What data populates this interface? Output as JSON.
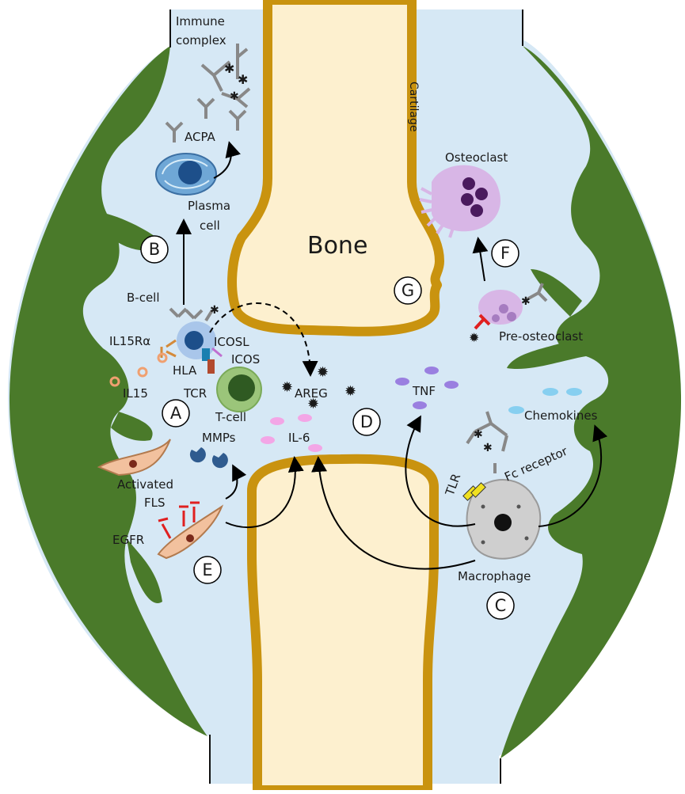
{
  "labels": {
    "immune_complex_1": "Immune",
    "immune_complex_2": "complex",
    "acpa": "ACPA",
    "plasma_cell_1": "Plasma",
    "plasma_cell_2": "cell",
    "b_cell": "B-cell",
    "il15ra": "IL15Rα",
    "icosl": "ICOSL",
    "icos": "ICOS",
    "hla": "HLA",
    "il15": "IL15",
    "tcr": "TCR",
    "t_cell": "T-cell",
    "mmps": "MMPs",
    "il6": "IL-6",
    "areg": "AREG",
    "tnf": "TNF",
    "chemokines": "Chemokines",
    "fc_receptor": "Fc receptor",
    "tlr": "TLR",
    "activated_fls_1": "Activated",
    "activated_fls_2": "FLS",
    "egfr": "EGFR",
    "macrophage": "Macrophage",
    "bone": "Bone",
    "cartilage": "Cartilage",
    "osteoclast": "Osteoclast",
    "pre_osteoclast": "Pre-osteoclast"
  },
  "markers": {
    "a": "A",
    "b": "B",
    "c": "C",
    "d": "D",
    "e": "E",
    "f": "F",
    "g": "G"
  },
  "colors": {
    "synovium": "#4a7a2a",
    "joint_space": "#d6e8f5",
    "bone": "#fdf0cf",
    "cartilage": "#c9930f",
    "plasma_cell": "#6fa7d6",
    "b_cell": "#a9c6ea",
    "t_cell": "#9bc57a",
    "fls": "#f2c19e",
    "osteoclast": "#d8b6e6",
    "macrophage": "#cfcfcf",
    "areg": "#e02020",
    "il6": "#f3a6e6",
    "tnf": "#9a7fe0",
    "chemokines": "#87cff0",
    "mmps": "#2f5b8f"
  }
}
